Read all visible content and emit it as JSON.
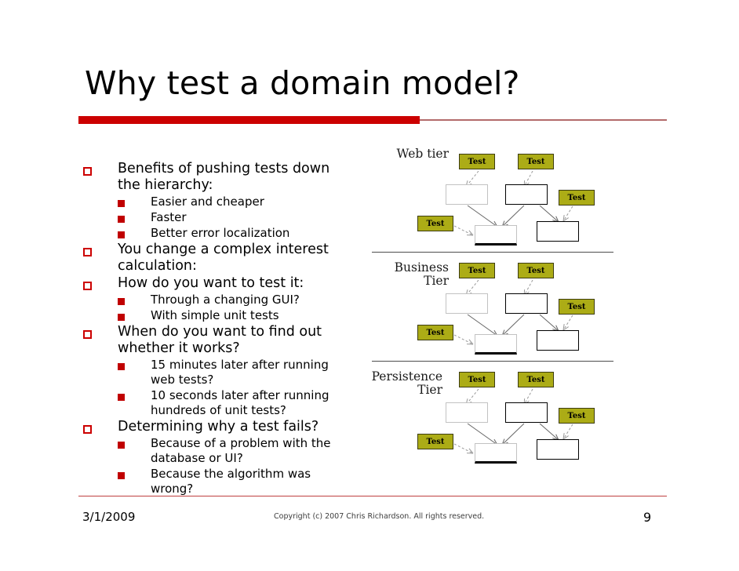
{
  "slide": {
    "title": "Why test a domain model?",
    "accent_color": "#cc0000",
    "rule_light_color": "#b36b6b",
    "test_box_color": "#acac16"
  },
  "bullets": [
    {
      "level": 1,
      "text": "Benefits of pushing tests down the hierarchy:"
    },
    {
      "level": 2,
      "text": "Easier and cheaper"
    },
    {
      "level": 2,
      "text": "Faster"
    },
    {
      "level": 2,
      "text": "Better error localization"
    },
    {
      "level": 1,
      "text": "You change a complex interest calculation:"
    },
    {
      "level": 1,
      "text": "How do you want to test it:"
    },
    {
      "level": 2,
      "text": "Through a changing GUI?"
    },
    {
      "level": 2,
      "text": "With simple unit tests"
    },
    {
      "level": 1,
      "text": "When do you want to find out whether it works?"
    },
    {
      "level": 2,
      "text": "15 minutes later after running web tests?"
    },
    {
      "level": 2,
      "text": "10 seconds later after running hundreds of unit tests?"
    },
    {
      "level": 1,
      "text": "Determining why a test fails?"
    },
    {
      "level": 2,
      "text": "Because of a problem with the database or UI?"
    },
    {
      "level": 2,
      "text": "Because the algorithm was wrong?"
    }
  ],
  "diagram": {
    "tiers": [
      {
        "label": "Web tier",
        "test_labels": [
          "Test",
          "Test",
          "Test",
          "Test"
        ]
      },
      {
        "label": "Business\nTier",
        "test_labels": [
          "Test",
          "Test",
          "Test",
          "Test"
        ]
      },
      {
        "label": "Persistence\nTier",
        "test_labels": [
          "Test",
          "Test",
          "Test",
          "Test"
        ]
      }
    ]
  },
  "footer": {
    "date": "3/1/2009",
    "copyright": "Copyright (c)  2007 Chris Richardson. All rights reserved.",
    "page_number": "9"
  }
}
